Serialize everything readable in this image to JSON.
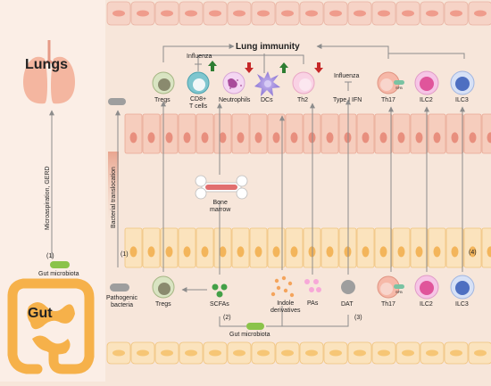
{
  "left_panel": {
    "lungs_label": "Lungs",
    "gut_label": "Gut",
    "route_label": "Microaspiration, GERD",
    "route_number": "(1)",
    "gut_microbiota_label": "Gut microbiota"
  },
  "center": {
    "lung_immunity_label": "Lung immunity",
    "bacterial_translocation_label": "Bacterial translocation",
    "bacterial_translocation_number": "(1)",
    "pathogenic_bacteria_label": "Pathogenic\nbacteria",
    "bone_marrow_label": "Bone\nmarrow",
    "bottom_microbiota_label": "Gut microbiota",
    "path2_number": "(2)",
    "path3_number": "(3)",
    "path4_number": "(4)"
  },
  "lung_cells": {
    "tregs": "Tregs",
    "influenza_top": "Influenza",
    "cd8": "CD8+\nT cells",
    "neutrophils": "Neutrophils",
    "dcs": "DCs",
    "th2": "Th2",
    "influenza_right": "Influenza",
    "type1ifn": "Type I IFN",
    "th17": "Th17",
    "sfb_top": "SFB",
    "ilc2": "ILC2",
    "ilc3": "ILC3"
  },
  "gut_cells": {
    "tregs": "Tregs",
    "scfas": "SCFAs",
    "indole": "Indole\nderivatives",
    "pas": "PAs",
    "dat": "DAT",
    "th17": "Th17",
    "sfb": "SFB",
    "ilc2": "ILC2",
    "ilc3": "ILC3"
  },
  "colors": {
    "background": "#f7e6da",
    "lung_organ": "#f4b6a0",
    "gut_organ": "#f6b14a",
    "epithelium_lung": "#f4c4b3",
    "epithelium_gut": "#f9d69d",
    "arrow": "#8c8c8c",
    "up_arrow": "#2e7d32",
    "down_arrow": "#c62828"
  }
}
